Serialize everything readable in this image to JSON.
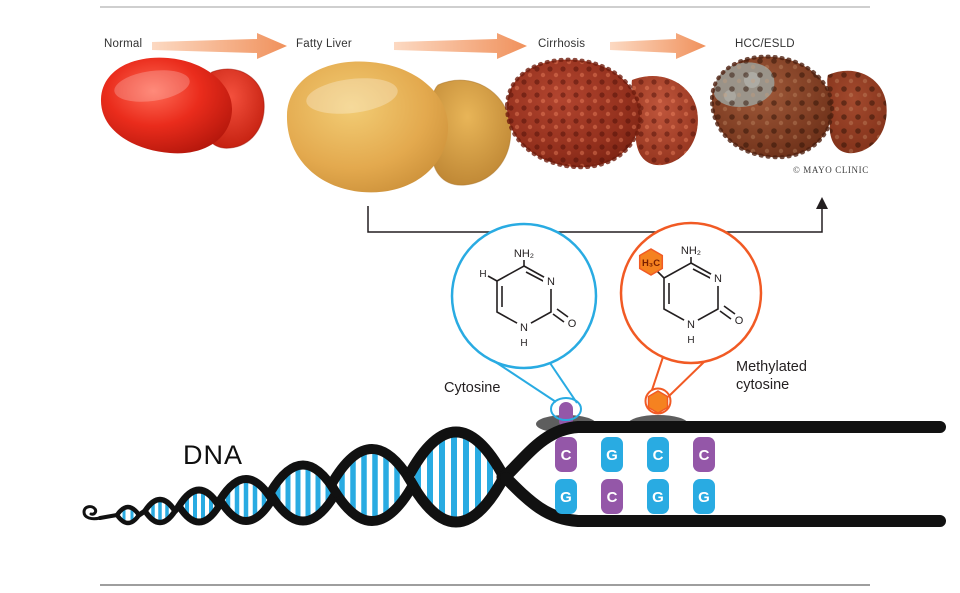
{
  "stages": [
    "Normal",
    "Fatty Liver",
    "Cirrhosis",
    "HCC/ESLD"
  ],
  "credit": "© MAYO CLINIC",
  "dna": {
    "label": "DNA",
    "base_pairs": {
      "top": [
        "C",
        "G",
        "C",
        "C"
      ],
      "bottom": [
        "G",
        "C",
        "G",
        "G"
      ],
      "top_colors": [
        "#9457a8",
        "#29abe2",
        "#29abe2",
        "#9457a8"
      ],
      "bottom_colors": [
        "#29abe2",
        "#9457a8",
        "#29abe2",
        "#29abe2"
      ]
    }
  },
  "cytosine": {
    "label": "Cytosine",
    "amine": "NH₂",
    "n_ring_right": "N",
    "n_ring_bottom": "N",
    "h_bottom": "H",
    "h_left": "H",
    "oxygen": "O"
  },
  "methylated_cytosine": {
    "label_line1": "Methylated",
    "label_line2": "cytosine",
    "amine": "NH₂",
    "n_ring_right": "N",
    "n_ring_bottom": "N",
    "h_bottom": "H",
    "methyl_group": "H₃C",
    "oxygen": "O"
  },
  "colors": {
    "cytosine_callout": "#29abe2",
    "methyl_callout": "#f15a24",
    "base_blue": "#29abe2",
    "base_purple": "#9457a8",
    "methyl_hexagon": "#f58220",
    "arrow": "#f0915c",
    "strand_black": "#111111"
  }
}
